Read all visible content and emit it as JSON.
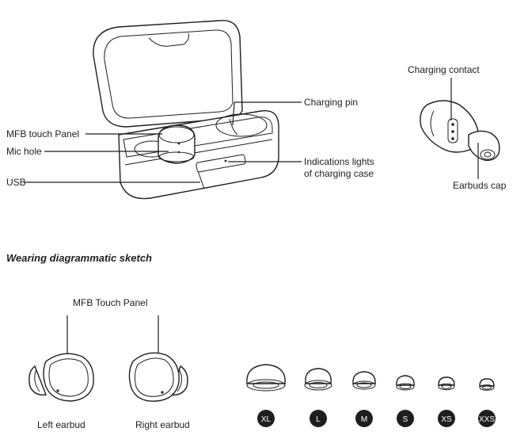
{
  "case_labels": {
    "mfb_touch_panel": "MFB touch Panel",
    "mic_hole": "Mic hole",
    "usb": "USB",
    "charging_pin": "Charging pin",
    "indications_line1": "Indications lights",
    "indications_line2": "of charging case"
  },
  "earbud_labels": {
    "charging_contact": "Charging contact",
    "earbuds_cap": "Earbuds cap"
  },
  "section_title": "Wearing diagrammatic sketch",
  "wearing": {
    "mfb_touch_panel": "MFB Touch Panel",
    "left_earbud": "Left earbud",
    "right_earbud": "Right earbud"
  },
  "tip_sizes": [
    "XL",
    "L",
    "M",
    "S",
    "XS",
    "XXS"
  ],
  "badge_color": "#1e1e1e"
}
